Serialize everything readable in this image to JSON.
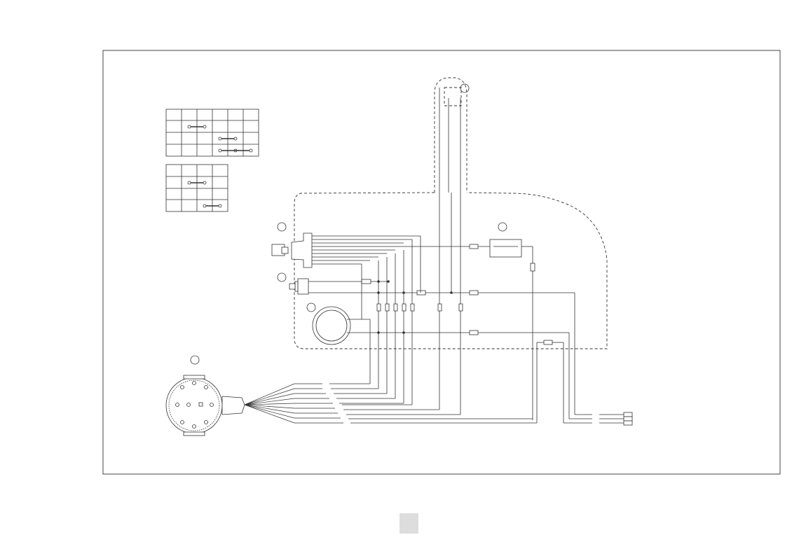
{
  "diagram": {
    "type": "wiring-diagram",
    "switch_tables": [
      "ignition-switch-table",
      "auxiliary-switch-table"
    ],
    "callouts": [
      "throttle-housing-callout",
      "ignition-switch-callout",
      "stop-switch-callout",
      "buzzer-callout",
      "relay-callout",
      "main-connector-callout"
    ],
    "colors": {
      "line": "#333333",
      "frame": "#444444",
      "page_tab": "#dddddd"
    }
  }
}
